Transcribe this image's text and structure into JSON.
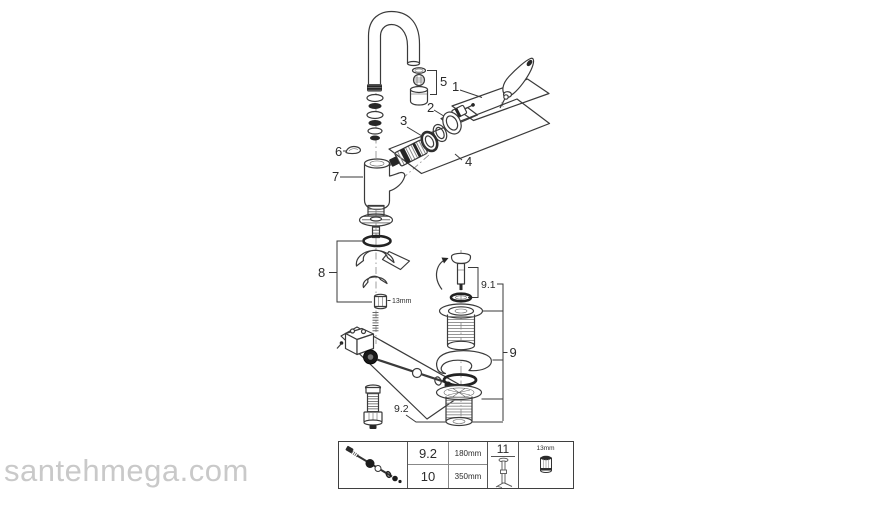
{
  "watermark": {
    "text": "santehmega.com",
    "color": "#c9c9c9"
  },
  "diagram": {
    "line_color": "#3a3a3a",
    "callouts": {
      "c1": "1",
      "c2": "2",
      "c3": "3",
      "c4": "4",
      "c5": "5",
      "c6": "6",
      "c7": "7",
      "c8": "8",
      "c9": "9",
      "c9_1": "9.1",
      "c9_2": "9.2"
    },
    "nut_size_label": "13mm"
  },
  "spec_table": {
    "rows": [
      {
        "part": "9.2",
        "length": "180mm"
      },
      {
        "part": "10",
        "length": "350mm"
      }
    ],
    "rod_part_number": "11",
    "nut_size": "13mm"
  }
}
